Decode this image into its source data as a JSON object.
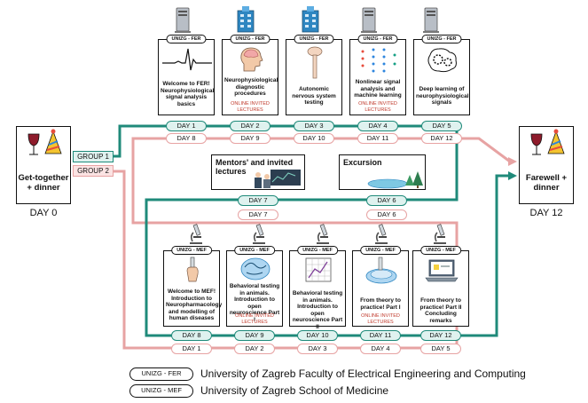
{
  "start": {
    "title": "Get-together + dinner",
    "day_label": "DAY 0"
  },
  "end": {
    "title": "Farewell + dinner",
    "day_label": "DAY 12"
  },
  "groups": {
    "group1": "GROUP 1",
    "group2": "GROUP 2"
  },
  "fer_cards": [
    {
      "tag": "UNIZG - FER",
      "title": "Welcome to FER! Neurophysiological signal analysis basics",
      "invited": "",
      "day_g1": "DAY 1",
      "day_g2": "DAY 8"
    },
    {
      "tag": "UNIZG - FER",
      "title": "Neurophysiological diagnostic procedures",
      "invited": "ONLINE INVITED LECTURES",
      "day_g1": "DAY 2",
      "day_g2": "DAY 9"
    },
    {
      "tag": "UNIZG - FER",
      "title": "Autonomic nervous system testing",
      "invited": "",
      "day_g1": "DAY 3",
      "day_g2": "DAY 10"
    },
    {
      "tag": "UNIZG - FER",
      "title": "Nonlinear signal analysis and machine learning",
      "invited": "ONLINE INVITED LECTURES",
      "day_g1": "DAY 4",
      "day_g2": "DAY 11"
    },
    {
      "tag": "UNIZG - FER",
      "title": "Deep learning of neurophysiological signals",
      "invited": "",
      "day_g1": "DAY 5",
      "day_g2": "DAY 12"
    }
  ],
  "middle": {
    "mentors": "Mentors' and invited lectures",
    "excursion": "Excursion",
    "mentors_g1": "DAY 7",
    "mentors_g2": "DAY 7",
    "excursion_g1": "DAY 6",
    "excursion_g2": "DAY 6"
  },
  "mef_cards": [
    {
      "tag": "UNIZG - MEF",
      "title": "Welcome to MEF! Introduction to Neuropharmacology and modelling of human diseases",
      "invited": "",
      "day_g1": "DAY 8",
      "day_g2": "DAY 1"
    },
    {
      "tag": "UNIZG - MEF",
      "title": "Behavioral testing in animals. Introduction to open neuroscience Part I",
      "invited": "ONLINE INVITED LECTURES",
      "day_g1": "DAY 9",
      "day_g2": "DAY 2"
    },
    {
      "tag": "UNIZG - MEF",
      "title": "Behavioral testing in animals. Introduction to open neuroscience Part II",
      "invited": "",
      "day_g1": "DAY 10",
      "day_g2": "DAY 3"
    },
    {
      "tag": "UNIZG - MEF",
      "title": "From theory to practice! Part I",
      "invited": "ONLINE INVITED LECTURES",
      "day_g1": "DAY 11",
      "day_g2": "DAY 4"
    },
    {
      "tag": "UNIZG - MEF",
      "title": "From theory to practice! Part II Concluding remarks",
      "invited": "",
      "day_g1": "DAY 12",
      "day_g2": "DAY 5"
    }
  ],
  "legend": [
    {
      "tag": "UNIZG - FER",
      "text": "University of Zagreb Faculty of Electrical Engineering and Computing"
    },
    {
      "tag": "UNIZG - MEF",
      "text": "University of Zagreb School of Medicine"
    }
  ],
  "colors": {
    "group1": "#1f8a7a",
    "group2": "#e7a3a3"
  }
}
